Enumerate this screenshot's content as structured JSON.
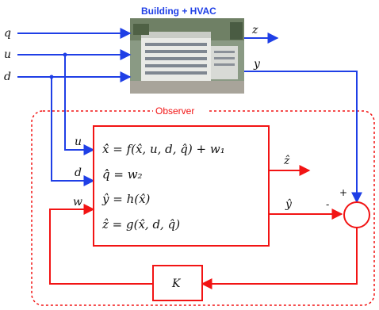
{
  "plant": {
    "title": "Building + HVAC"
  },
  "signals": {
    "q": "q",
    "u": "u",
    "d": "d",
    "z": "z",
    "y": "y",
    "obs_u": "u",
    "obs_d": "d",
    "obs_w": "w",
    "zhat": "ẑ",
    "yhat": "ŷ"
  },
  "observer": {
    "label": "Observer",
    "equations": [
      "x̂̇ = f(x̂, u, d, q̂) + w₁",
      "q̂̇ = w₂",
      "ŷ = h(x̂)",
      "ẑ = g(x̂, d, q̂)"
    ]
  },
  "summing_junction": {
    "plus": "+",
    "minus": "-"
  },
  "gain": {
    "label": "K"
  },
  "colors": {
    "blue": "#1f3fe6",
    "red": "#f21414",
    "text": "#111111"
  }
}
